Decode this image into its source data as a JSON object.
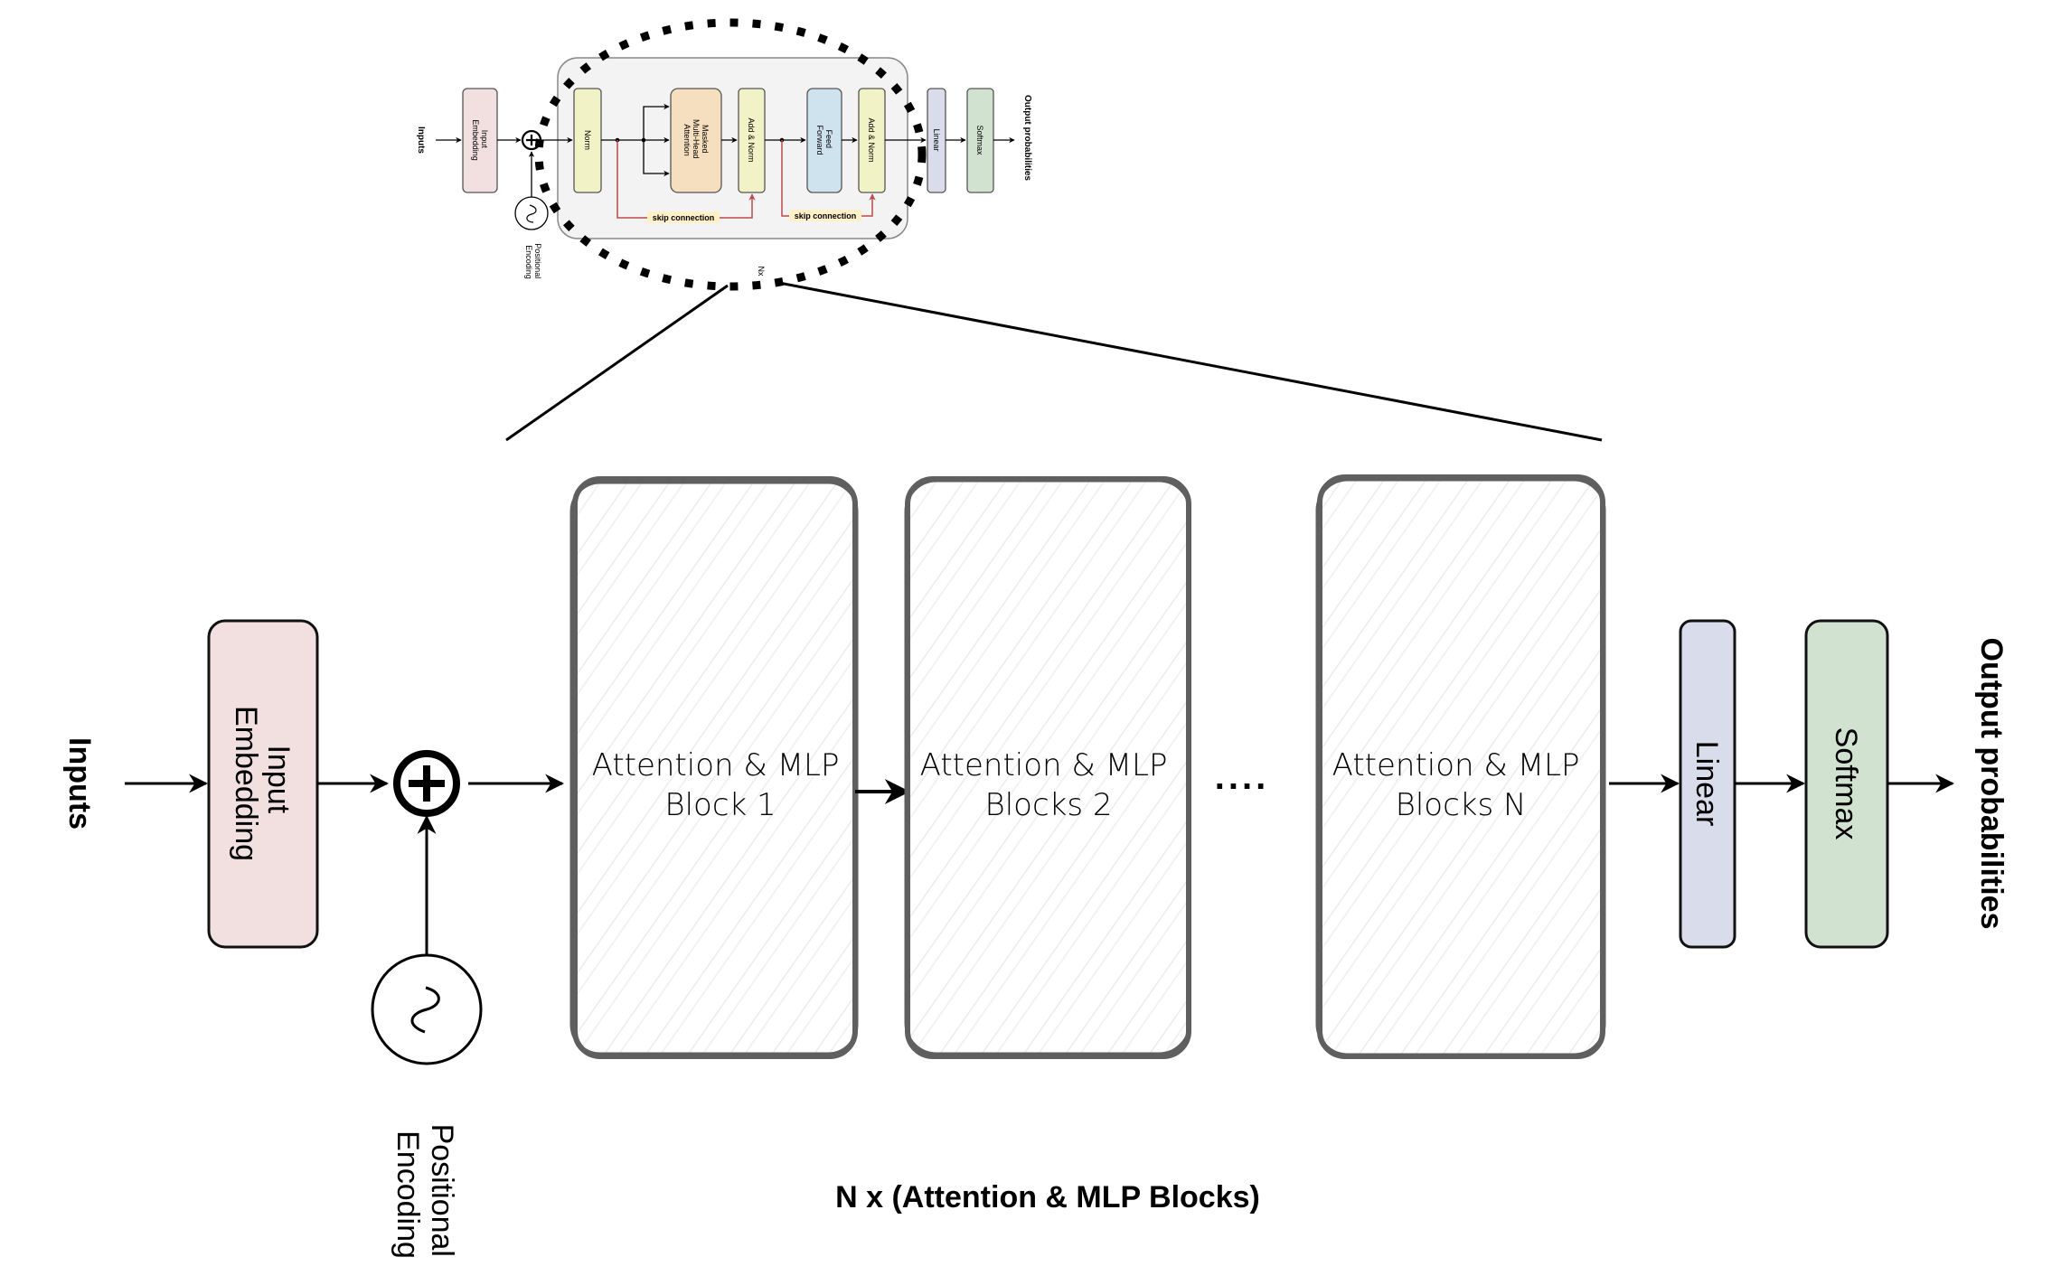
{
  "colors": {
    "embedding": "#f2dfe0",
    "norm": "#f1f2c6",
    "attention": "#f6dfbf",
    "feed_forward": "#cfe3ef",
    "linear": "#d9dcea",
    "softmax": "#d1e3d0",
    "container": "#f3f3f3",
    "skip": "#b9494a",
    "skip_label_bg": "#fff0c8",
    "block_stroke": "#5f5f5f",
    "hatch": "#ececec"
  },
  "mini": {
    "inputs": "Inputs",
    "input_embedding": [
      "Input",
      "Embedding"
    ],
    "positional_encoding": [
      "Positional",
      "Encoding"
    ],
    "norm": "Norm",
    "attention": [
      "Masked",
      "Multi-Head",
      "Attention"
    ],
    "add_norm_1": "Add & Norm",
    "feed_forward": [
      "Feed",
      "Forward"
    ],
    "add_norm_2": "Add & Norm",
    "linear": "Linear",
    "softmax": "Softmax",
    "output": "Output probabilities",
    "skip_1": "skip connection",
    "skip_2": "skip connection",
    "repeat": "Nx"
  },
  "main": {
    "inputs": "Inputs",
    "input_embedding": [
      "Input",
      "Embedding"
    ],
    "positional_encoding": [
      "Positional",
      "Encoding"
    ],
    "blocks": [
      {
        "line1": "Attention & MLP",
        "line2": "Block 1"
      },
      {
        "line1": "Attention & MLP",
        "line2": "Blocks 2"
      },
      {
        "line1": "Attention & MLP",
        "line2": "Blocks N"
      }
    ],
    "ellipsis": "....",
    "linear": "Linear",
    "softmax": "Softmax",
    "output": "Output probabilities",
    "caption": "N x (Attention & MLP Blocks)"
  }
}
